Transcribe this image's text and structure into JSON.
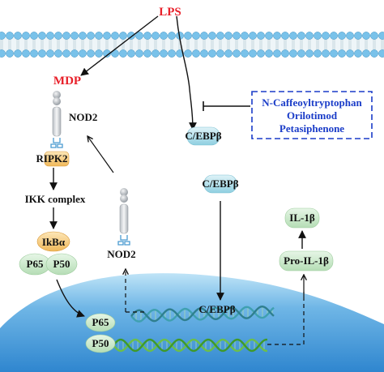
{
  "nodes": {
    "lps": "LPS",
    "mdp": "MDP",
    "nod2_top": "NOD2",
    "ripk2": "RIPK2",
    "ikk": "IKK complex",
    "ikba": "IkBα",
    "p65": "P65",
    "p50": "P50",
    "p65_nuc": "P65",
    "p50_nuc": "P50",
    "nod2_lower": "NOD2",
    "cebpb_1": "C/EBPβ",
    "cebpb_2": "C/EBPβ",
    "cebpb_nuc": "C/EBPβ",
    "pro_il1b": "Pro-IL-1β",
    "il1b": "IL-1β"
  },
  "inhibitors": [
    "N-Caffeoyltryptophan",
    "Orilotimod",
    "Petasiphenone"
  ],
  "colors": {
    "lps_mdp": "#e8202a",
    "inhibitor_text": "#1a3cc8",
    "nucleus": "#4a9fdb",
    "membrane_heads": "#79c2ea",
    "dna_strand_teal": "#3fa0b0",
    "dna_strand_green": "#6cbf4a"
  }
}
